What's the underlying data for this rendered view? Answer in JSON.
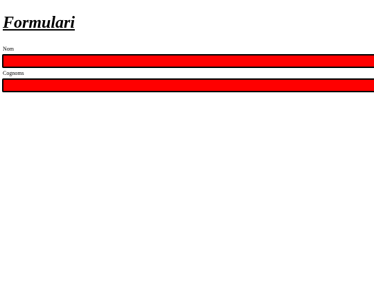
{
  "page": {
    "title": "Formulari"
  },
  "form": {
    "fields": [
      {
        "label": "Nom",
        "value": "",
        "placeholder": ""
      },
      {
        "label": "Cognoms",
        "value": "",
        "placeholder": ""
      }
    ]
  },
  "colors": {
    "background": "#ffffff",
    "input_fill": "#ff0000",
    "input_border": "#000000",
    "text": "#000000"
  }
}
